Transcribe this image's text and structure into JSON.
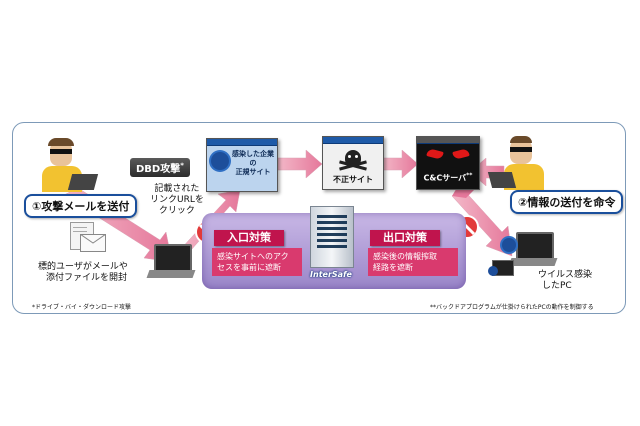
{
  "attacker_left": {
    "label": "①攻撃メールを送付"
  },
  "attacker_right": {
    "label": "②情報の送付を命令"
  },
  "dbd_badge": "DBD攻撃",
  "dbd_note": [
    "記載された",
    "リンクURLを",
    "クリック"
  ],
  "target_user_note": [
    "標的ユーザがメールや",
    "添付ファイルを開封"
  ],
  "sites": {
    "legit": [
      "感染した企業の",
      "正規サイト"
    ],
    "fraud": "不正サイト",
    "cc": "C&Cサーバ"
  },
  "intersafe": {
    "logo": "InterSafe",
    "entry": {
      "title": "入口対策",
      "desc": [
        "感染サイトへのアク",
        "セスを事前に遮断"
      ]
    },
    "exit": {
      "title": "出口対策",
      "desc": [
        "感染後の情報搾取",
        "経路を遮断"
      ]
    }
  },
  "infected_pc_note": [
    "ウイルス感染",
    "したPC"
  ],
  "footnote_left": "*ドライブ・バイ・ダウンロード攻撃",
  "footnote_right": "**バックドアプログラムが仕掛けられたPCの動作を制御する"
}
